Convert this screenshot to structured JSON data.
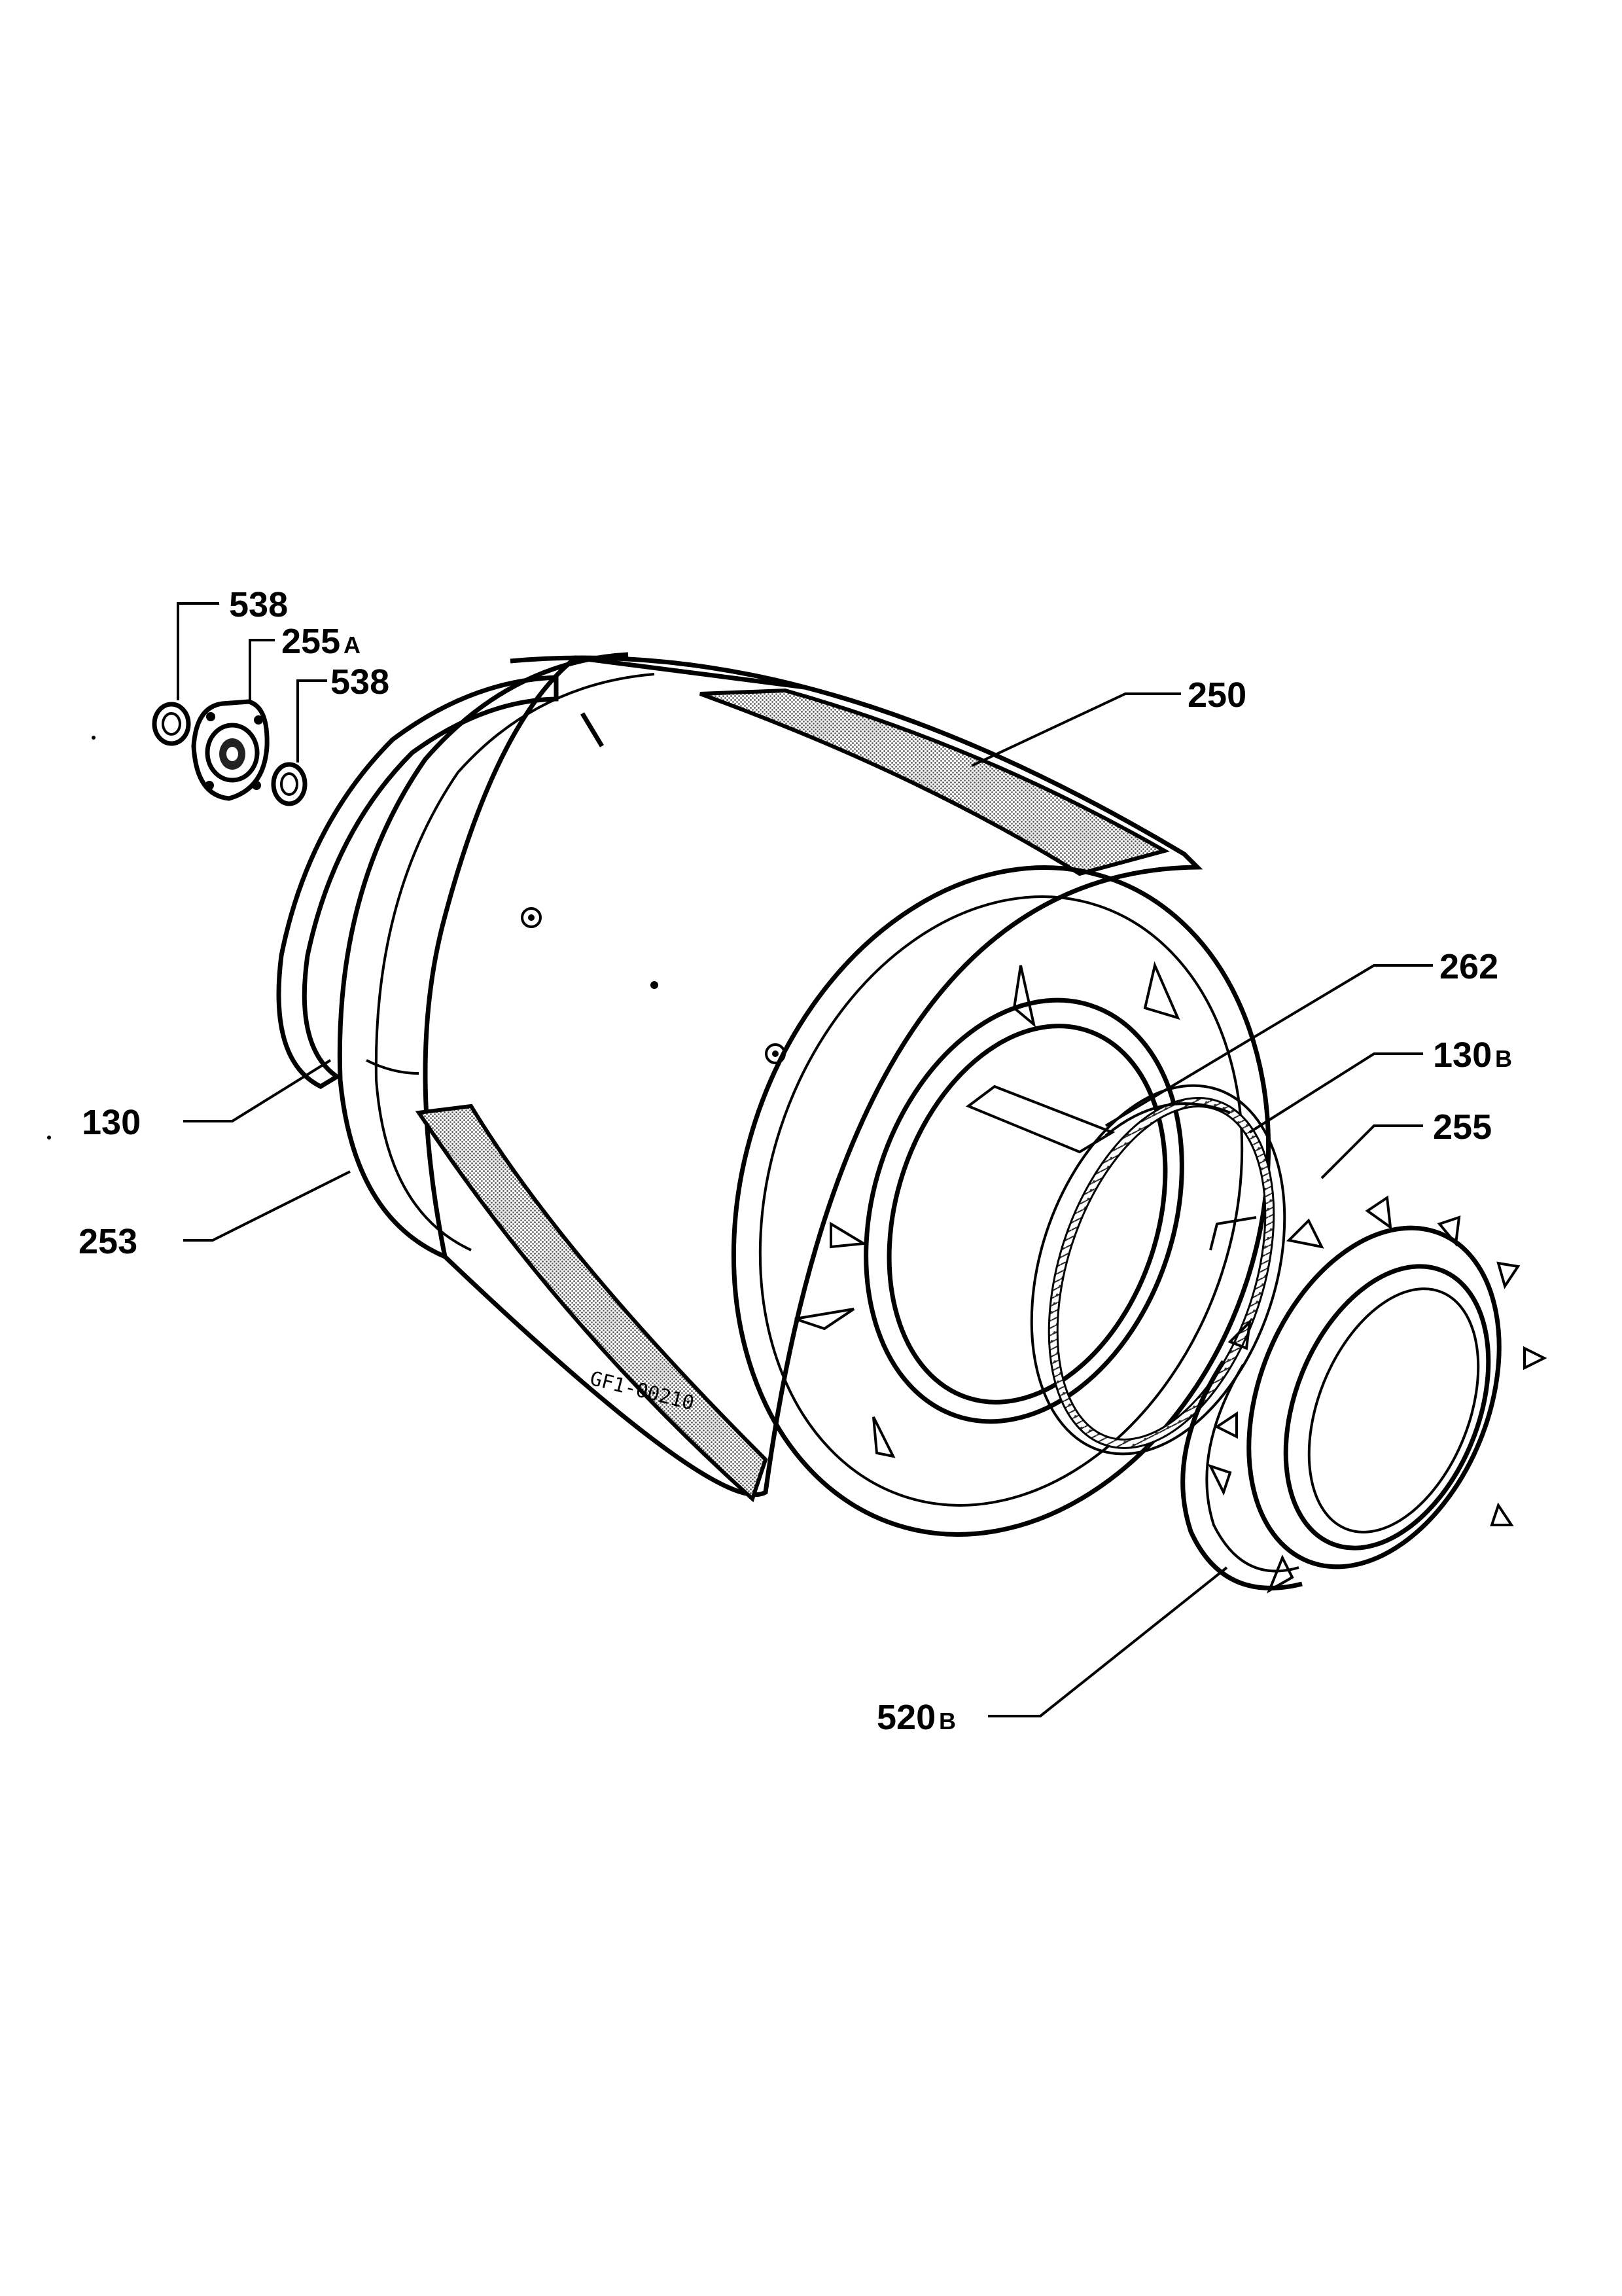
{
  "diagram": {
    "drawing_code": "GF1-00210",
    "callouts": [
      {
        "id": "538_top",
        "number": "538",
        "suffix": ""
      },
      {
        "id": "255a",
        "number": "255",
        "suffix": "A"
      },
      {
        "id": "538_mid",
        "number": "538",
        "suffix": ""
      },
      {
        "id": "250",
        "number": "250",
        "suffix": ""
      },
      {
        "id": "262",
        "number": "262",
        "suffix": ""
      },
      {
        "id": "130b",
        "number": "130",
        "suffix": "B"
      },
      {
        "id": "255",
        "number": "255",
        "suffix": ""
      },
      {
        "id": "130",
        "number": "130",
        "suffix": ""
      },
      {
        "id": "253",
        "number": "253",
        "suffix": ""
      },
      {
        "id": "520b",
        "number": "520",
        "suffix": "B"
      }
    ]
  }
}
